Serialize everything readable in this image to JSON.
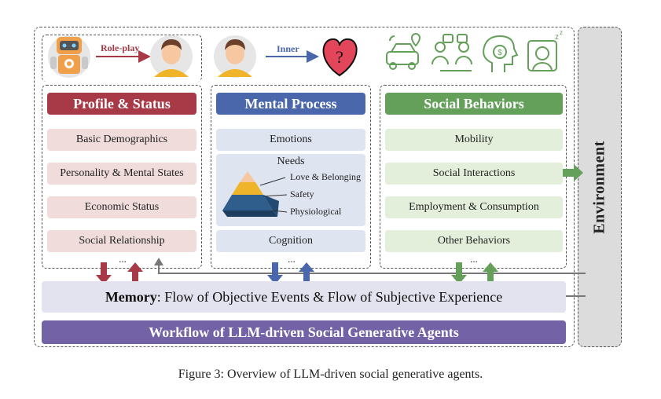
{
  "environment": "Environment",
  "top_labels": {
    "roleplay": "Role-play",
    "inner": "Inner"
  },
  "columns": {
    "profile": {
      "title": "Profile & Status",
      "items": [
        "Basic Demographics",
        "Personality & Mental States",
        "Economic Status",
        "Social Relationship"
      ],
      "more": "..."
    },
    "mental": {
      "title": "Mental Process",
      "emotions": "Emotions",
      "needs_title": "Needs",
      "needs": [
        "Love & Belonging",
        "Safety",
        "Physiological"
      ],
      "cognition": "Cognition",
      "more": "..."
    },
    "social": {
      "title": "Social Behaviors",
      "items": [
        "Mobility",
        "Social Interactions",
        "Employment & Consumption",
        "Other Behaviors"
      ],
      "more": "..."
    }
  },
  "memory": {
    "label": "Memory",
    "text": ": Flow of Objective Events & Flow of Subjective Experience"
  },
  "workflow": "Workflow of LLM-driven Social Generative Agents",
  "caption": "Figure 3: Overview of LLM-driven social generative agents.",
  "colors": {
    "profile": "#a83a48",
    "mental": "#4a67ab",
    "social": "#64a05a",
    "workflow": "#7462a6",
    "robot": "#f0a04b",
    "heart": "#e3465a"
  },
  "icons": [
    "robot-icon",
    "person-icon",
    "heart-question-icon",
    "car-location-icon",
    "people-chat-icon",
    "head-money-icon",
    "sleeping-person-icon"
  ]
}
